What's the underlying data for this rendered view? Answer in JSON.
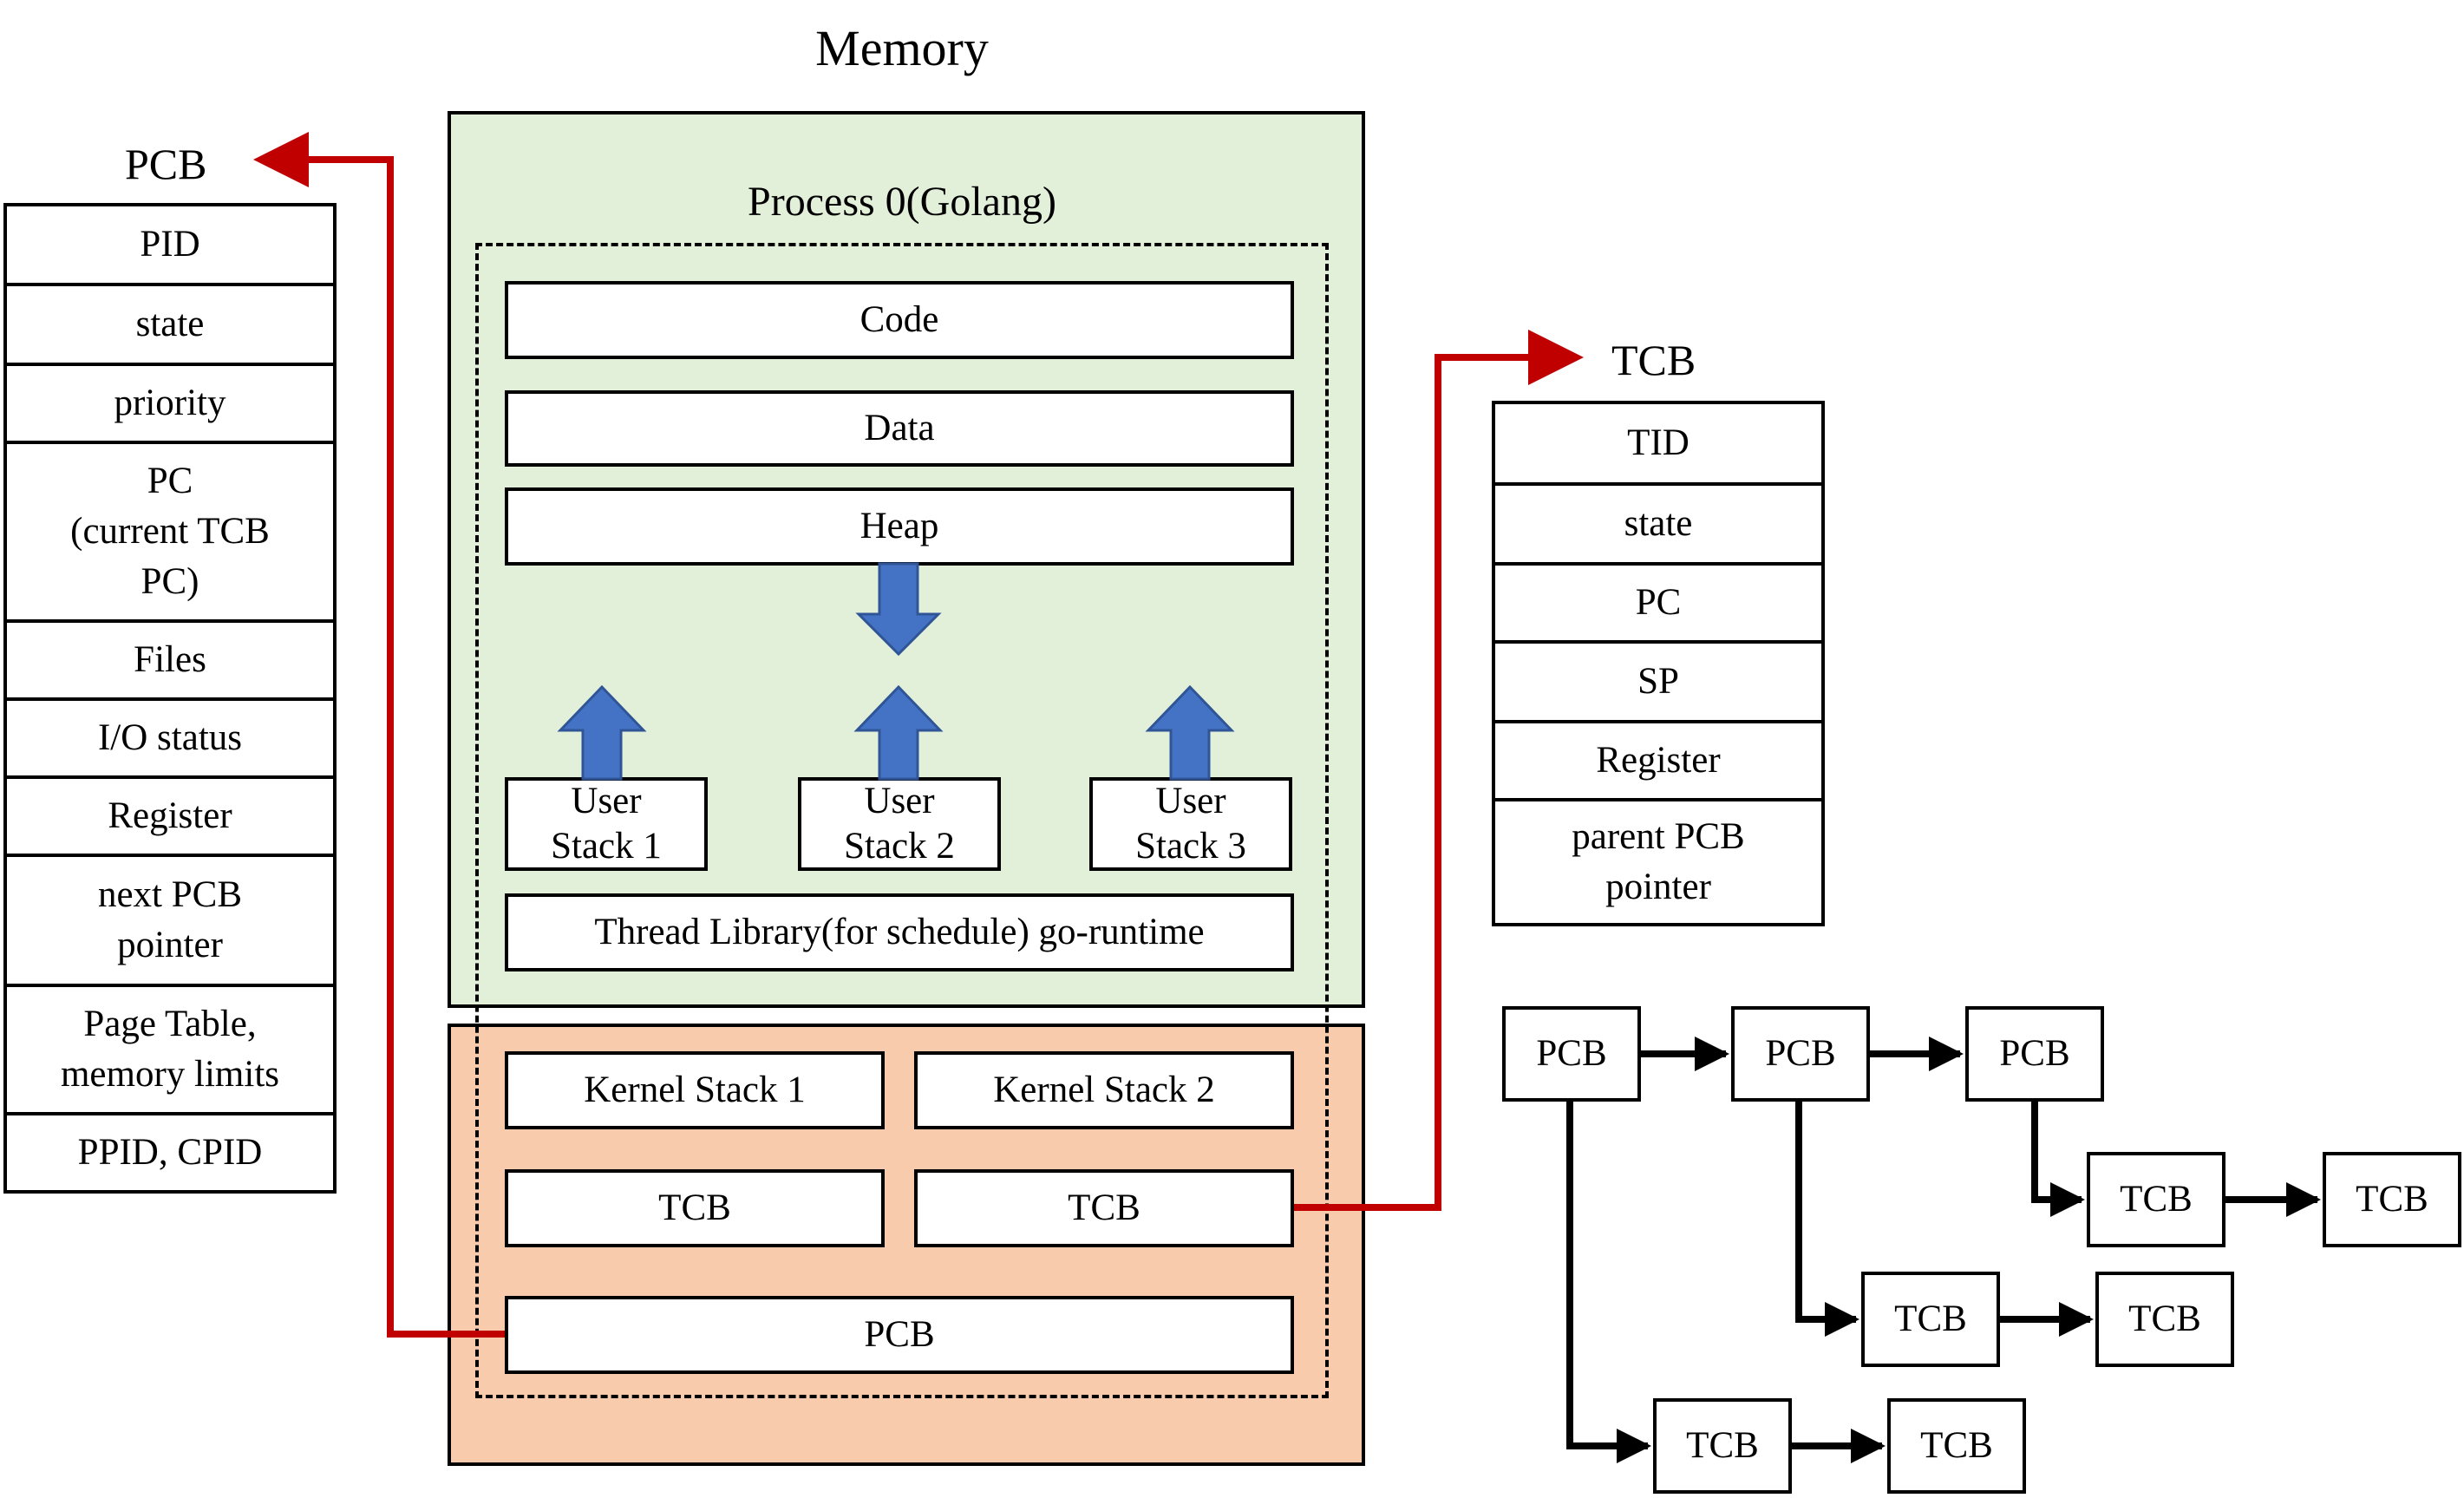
{
  "memory": {
    "title": "Memory",
    "process_label": "Process 0(Golang)",
    "user_space": {
      "code": "Code",
      "data": "Data",
      "heap": "Heap",
      "user_stacks": [
        "User\nStack 1",
        "User\nStack 2",
        "User\nStack 3"
      ],
      "thread_library": "Thread Library(for schedule) go-runtime"
    },
    "kernel_space": {
      "kernel_stacks": [
        "Kernel Stack 1",
        "Kernel Stack 2"
      ],
      "tcbs": [
        "TCB",
        "TCB"
      ],
      "pcb": "PCB"
    }
  },
  "pcb_table": {
    "heading": "PCB",
    "fields": [
      "PID",
      "state",
      "priority",
      "PC\n(current TCB\nPC)",
      "Files",
      "I/O status",
      "Register",
      "next PCB\npointer",
      "Page Table,\nmemory limits",
      "PPID, CPID"
    ]
  },
  "tcb_table": {
    "heading": "TCB",
    "fields": [
      "TID",
      "state",
      "PC",
      "SP",
      "Register",
      "parent PCB\npointer"
    ]
  },
  "linked_list": {
    "pcbs": [
      "PCB",
      "PCB",
      "PCB"
    ],
    "tcbs": [
      "TCB",
      "TCB",
      "TCB",
      "TCB",
      "TCB",
      "TCB"
    ]
  },
  "colors": {
    "user_space": "#e2efd9",
    "kernel_space": "#f8cbad",
    "arrow_blue": "#4472c4",
    "connector_red": "#c00000"
  }
}
